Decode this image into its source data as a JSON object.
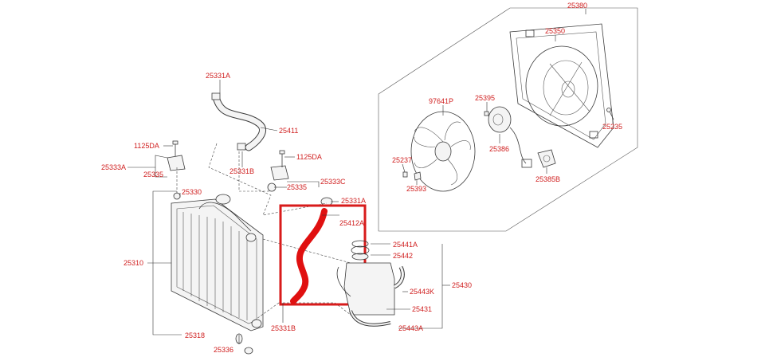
{
  "colors": {
    "label": "#d02020",
    "highlight_box": "#d81b1b",
    "highlight_hose": "#e01010",
    "line_art": "#3a3a3a"
  },
  "labels": {
    "p25380": "25380",
    "p25350": "25350",
    "p97641P": "97641P",
    "p25395": "25395",
    "p25235": "25235",
    "p25386": "25386",
    "p25237": "25237",
    "p25393": "25393",
    "p25385B": "25385B",
    "p25331A_top": "25331A",
    "p25411": "25411",
    "p1125DA_left": "1125DA",
    "p25333A": "25333A",
    "p25335_left": "25335",
    "p25331B_top": "25331B",
    "p1125DA_right": "1125DA",
    "p25333C": "25333C",
    "p25335_right": "25335",
    "p25330": "25330",
    "p25331A_mid": "25331A",
    "p25412A": "25412A",
    "p25441A": "25441A",
    "p25442": "25442",
    "p25310": "25310",
    "p25443K": "25443K",
    "p25430": "25430",
    "p25431": "25431",
    "p25443A": "25443A",
    "p25331B_bottom": "25331B",
    "p25318": "25318",
    "p25336": "25336"
  },
  "highlight": {
    "part": "25412A"
  }
}
